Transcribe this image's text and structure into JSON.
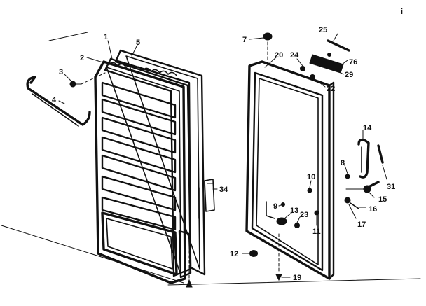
{
  "diagram": {
    "callouts": [
      {
        "id": "c1",
        "text": "1"
      },
      {
        "id": "c2",
        "text": "2"
      },
      {
        "id": "c3",
        "text": "3"
      },
      {
        "id": "c4",
        "text": "4"
      },
      {
        "id": "c5",
        "text": "5"
      },
      {
        "id": "c34",
        "text": "34"
      },
      {
        "id": "c7",
        "text": "7"
      },
      {
        "id": "c25",
        "text": "25"
      },
      {
        "id": "c20",
        "text": "20"
      },
      {
        "id": "c24",
        "text": "24"
      },
      {
        "id": "c76",
        "text": "76"
      },
      {
        "id": "c29",
        "text": "29"
      },
      {
        "id": "c22",
        "text": "22"
      },
      {
        "id": "c14",
        "text": "14"
      },
      {
        "id": "c8",
        "text": "8"
      },
      {
        "id": "c10",
        "text": "10"
      },
      {
        "id": "c31",
        "text": "31"
      },
      {
        "id": "c9",
        "text": "9"
      },
      {
        "id": "c13",
        "text": "13"
      },
      {
        "id": "c23",
        "text": "23"
      },
      {
        "id": "c11",
        "text": "11"
      },
      {
        "id": "c15",
        "text": "15"
      },
      {
        "id": "c16",
        "text": "16"
      },
      {
        "id": "c17",
        "text": "17"
      },
      {
        "id": "c12",
        "text": "12"
      },
      {
        "id": "c19",
        "text": "19"
      },
      {
        "id": "mark",
        "text": "i"
      }
    ]
  }
}
